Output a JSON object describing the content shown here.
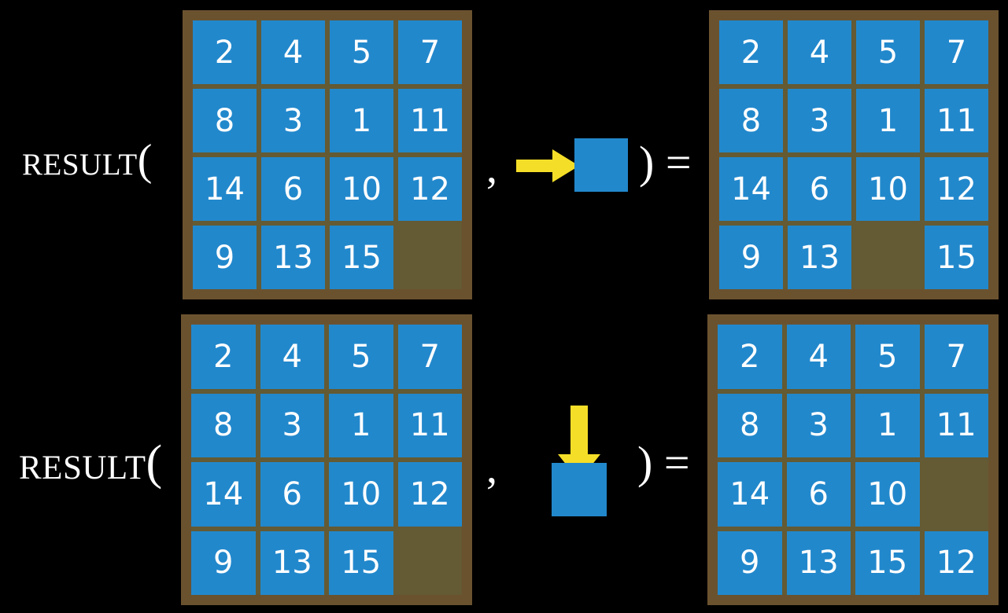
{
  "figure": {
    "background_color": "#000000",
    "tile_color": "#2288CC",
    "frame_color": "#6B522F",
    "board_color": "#645A33",
    "arrow_color": "#F5DE28",
    "text_color": "#FFFFFF"
  },
  "rows": [
    {
      "label": "Result(",
      "comma": ",",
      "close_equals": ") =",
      "action": {
        "direction": "right",
        "icon": "arrow-right-icon"
      },
      "input_grid": {
        "name": "input-board-row1",
        "cells": [
          [
            "2",
            "4",
            "5",
            "7"
          ],
          [
            "8",
            "3",
            "1",
            "11"
          ],
          [
            "14",
            "6",
            "10",
            "12"
          ],
          [
            "9",
            "13",
            "15",
            ""
          ]
        ]
      },
      "output_grid": {
        "name": "output-board-row1",
        "cells": [
          [
            "2",
            "4",
            "5",
            "7"
          ],
          [
            "8",
            "3",
            "1",
            "11"
          ],
          [
            "14",
            "6",
            "10",
            "12"
          ],
          [
            "9",
            "13",
            "",
            "15"
          ]
        ]
      }
    },
    {
      "label": "Result(",
      "comma": ",",
      "close_equals": ") =",
      "action": {
        "direction": "down",
        "icon": "arrow-down-icon"
      },
      "input_grid": {
        "name": "input-board-row2",
        "cells": [
          [
            "2",
            "4",
            "5",
            "7"
          ],
          [
            "8",
            "3",
            "1",
            "11"
          ],
          [
            "14",
            "6",
            "10",
            "12"
          ],
          [
            "9",
            "13",
            "15",
            ""
          ]
        ]
      },
      "output_grid": {
        "name": "output-board-row2",
        "cells": [
          [
            "2",
            "4",
            "5",
            "7"
          ],
          [
            "8",
            "3",
            "1",
            "11"
          ],
          [
            "14",
            "6",
            "10",
            ""
          ],
          [
            "9",
            "13",
            "15",
            "12"
          ]
        ]
      }
    }
  ]
}
